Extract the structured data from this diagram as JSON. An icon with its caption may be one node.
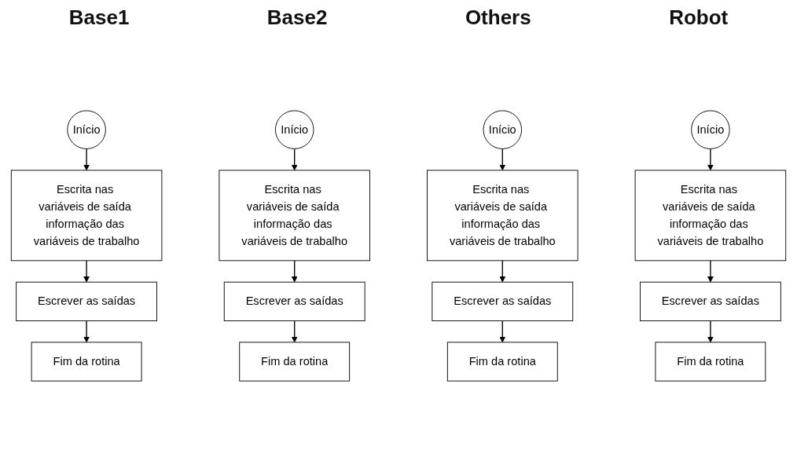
{
  "diagram": {
    "nodes": [
      {
        "text": [
          "Início"
        ]
      },
      {
        "text": [
          "Escrita nas variáveis de saída informação das variáveis de trabalho"
        ]
      },
      {
        "text": [
          "Escrever as saídas"
        ]
      },
      {
        "text": [
          "Fim da rotina"
        ]
      },
      {
        "text": [
          "Início"
        ]
      },
      {
        "text": [
          "Escrita nas variáveis de saída informação das variáveis de trabalho"
        ]
      },
      {
        "text": [
          "Escrever as saídas"
        ]
      },
      {
        "text": [
          "Fim da rotina"
        ]
      },
      {
        "text": [
          "Início"
        ]
      },
      {
        "text": [
          "Escrita nas variáveis de saída informação das variáveis de trabalho"
        ]
      },
      {
        "text": [
          "Escrever as saídas"
        ]
      },
      {
        "text": [
          "Fim da rotina"
        ]
      },
      {
        "text": [
          "Início"
        ]
      },
      {
        "text": [
          "Escrita nas variáveis de saída informação das variáveis de trabalho"
        ]
      },
      {
        "text": [
          "Escrever as saídas"
        ]
      },
      {
        "text": [
          "Fim da rotina"
        ]
      }
    ],
    "edges": [
      {
        "from": 0,
        "to": 1,
        "arrow": "to"
      },
      {
        "from": 1,
        "to": 2,
        "arrow": "to"
      },
      {
        "from": 2,
        "to": 3,
        "arrow": "to"
      },
      {
        "from": 4,
        "to": 5,
        "arrow": "to"
      },
      {
        "from": 5,
        "to": 6,
        "arrow": "to"
      },
      {
        "from": 6,
        "to": 7,
        "arrow": "to"
      },
      {
        "from": 8,
        "to": 9,
        "arrow": "to"
      },
      {
        "from": 9,
        "to": 10,
        "arrow": "to"
      },
      {
        "from": 10,
        "to": 11,
        "arrow": "to"
      },
      {
        "from": 12,
        "to": 13,
        "arrow": "to"
      },
      {
        "from": 13,
        "to": 14,
        "arrow": "to"
      },
      {
        "from": 14,
        "to": 15,
        "arrow": "to"
      }
    ],
    "labels": [
      "Base1",
      "Base2",
      "Others",
      "Robot"
    ]
  }
}
